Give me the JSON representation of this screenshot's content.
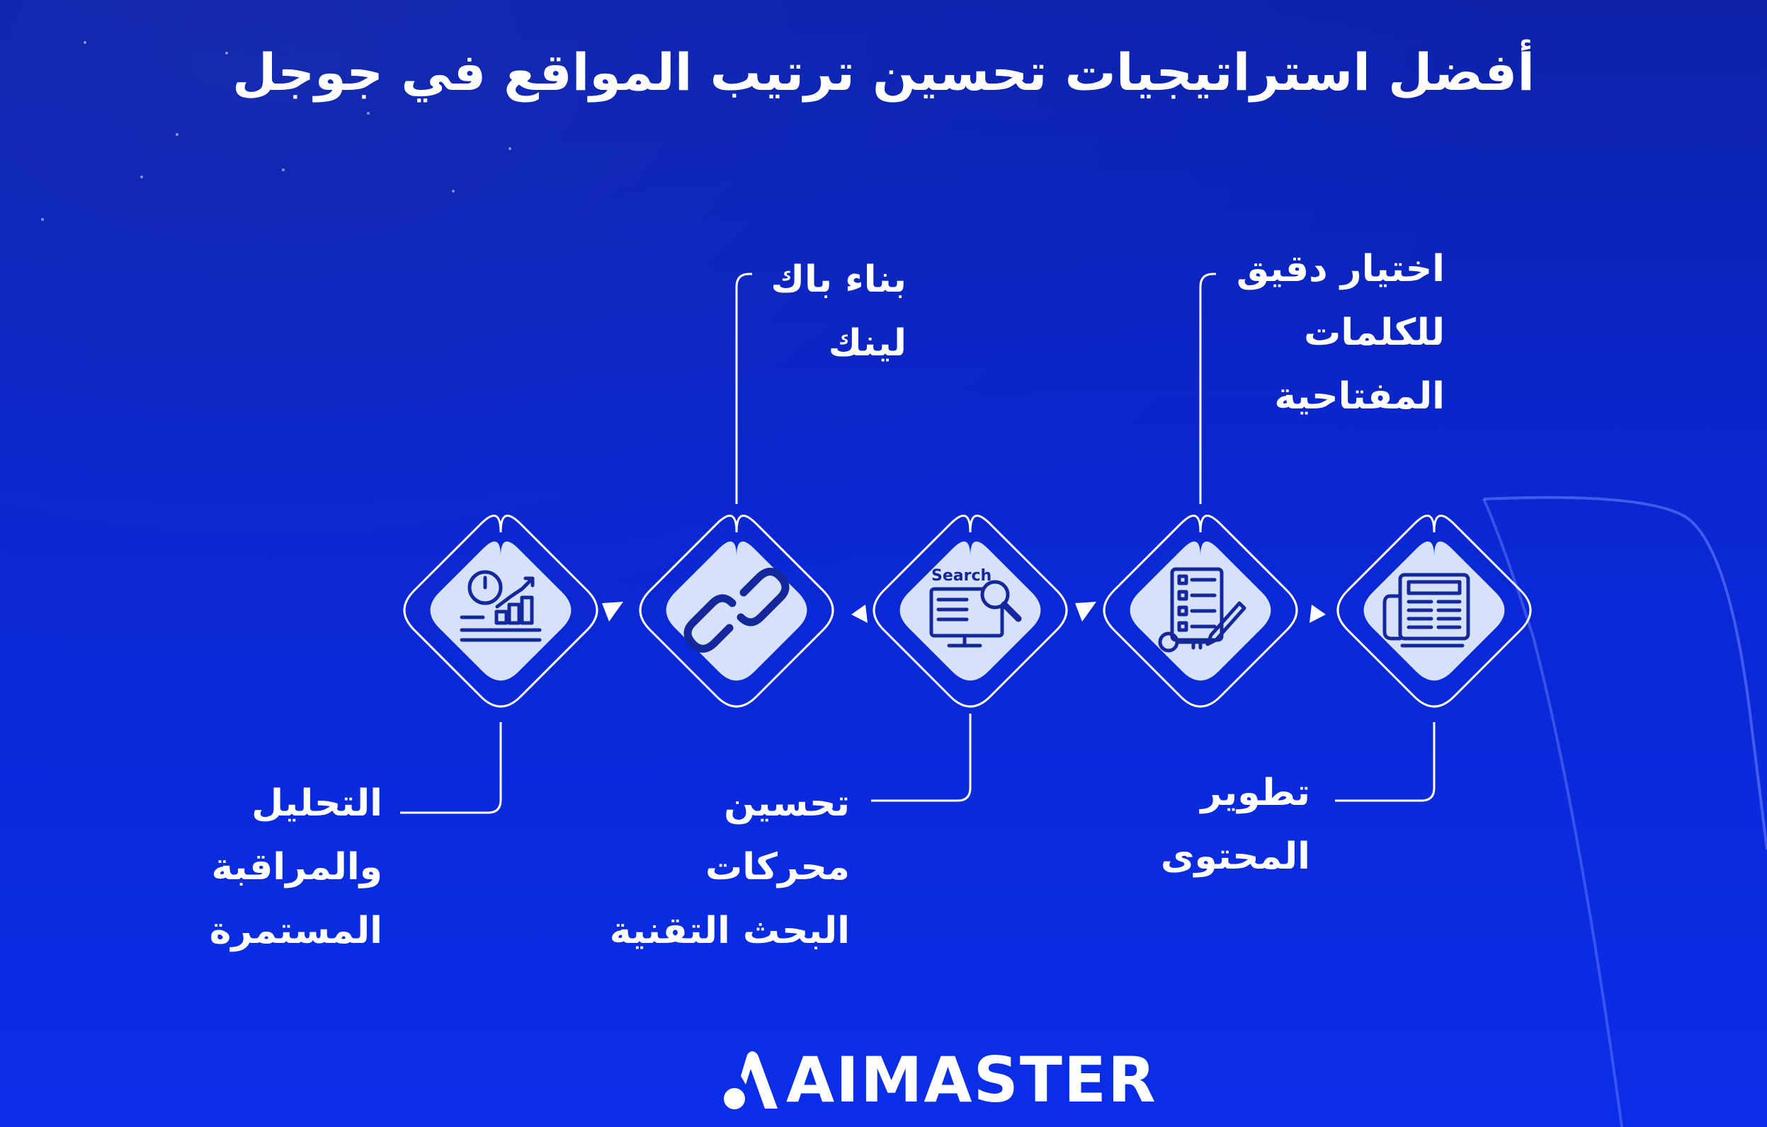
{
  "title": "أفضل استراتيجيات تحسين ترتيب المواقع في جوجل",
  "steps": [
    {
      "name": "content",
      "icon": "newspaper-icon",
      "lines": [
        "تطوير",
        "المحتوى"
      ]
    },
    {
      "name": "keywords",
      "icon": "checklist-key-icon",
      "lines": [
        "اختيار دقيق",
        "للكلمات",
        "المفتاحية"
      ]
    },
    {
      "name": "technical-seo",
      "icon": "search-monitor-icon",
      "search_word": "Search",
      "lines": [
        "تحسين",
        "محركات",
        "البحث التقنية"
      ]
    },
    {
      "name": "backlinks",
      "icon": "link-icon",
      "lines": [
        "بناء باك",
        "لينك"
      ]
    },
    {
      "name": "analytics",
      "icon": "analytics-dashboard-icon",
      "lines": [
        "التحليل",
        "والمراقبة",
        "المستمرة"
      ]
    }
  ],
  "logo": {
    "text": "AIMASTER",
    "icon": "aimaster-logo-icon"
  },
  "colors": {
    "background": "#0a27d2",
    "diamond_fill": "#d6e2fb",
    "icon_navy": "#14279b",
    "line": "#ffffff"
  }
}
